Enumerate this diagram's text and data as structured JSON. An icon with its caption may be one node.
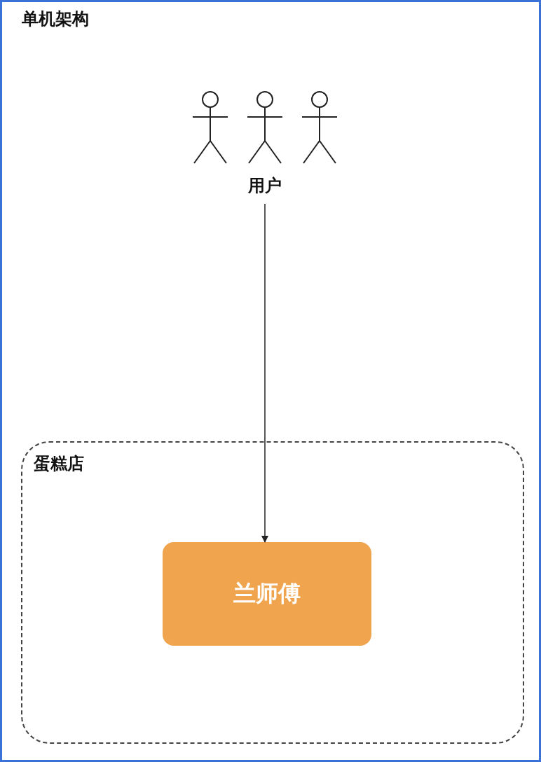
{
  "diagram": {
    "nodes": [
      {
        "text": [
          "单机架构"
        ]
      },
      {
        "text": [
          "用户"
        ],
        "in": 0
      },
      {
        "text": [
          "蛋糕店"
        ],
        "in": 0
      },
      {
        "text": [
          "兰师傅"
        ],
        "in": 2
      }
    ],
    "edges": [
      {
        "from": 1,
        "to": 3,
        "arrow": "to"
      }
    ]
  }
}
